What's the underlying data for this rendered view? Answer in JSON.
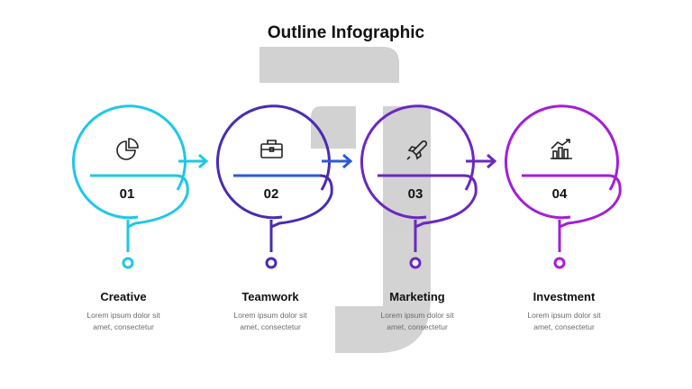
{
  "title": "Outline Infographic",
  "steps": [
    {
      "number": "01",
      "label": "Creative",
      "desc_line1": "Lorem ipsum dolor sit",
      "desc_line2": "amet, consectetur",
      "icon": "pie-chart-icon",
      "color": "#1ec8e6",
      "arrow_color": "#1ec8e6"
    },
    {
      "number": "02",
      "label": "Teamwork",
      "desc_line1": "Lorem ipsum dolor sit",
      "desc_line2": "amet, consectetur",
      "icon": "briefcase-icon",
      "color": "#4a2bb5",
      "arrow_color": "#2a5bd9"
    },
    {
      "number": "03",
      "label": "Marketing",
      "desc_line1": "Lorem ipsum dolor sit",
      "desc_line2": "amet, consectetur",
      "icon": "rocket-icon",
      "color": "#6a28c2",
      "arrow_color": "#6a28c2"
    },
    {
      "number": "04",
      "label": "Investment",
      "desc_line1": "Lorem ipsum dolor sit",
      "desc_line2": "amet, consectetur",
      "icon": "bar-chart-growth-icon",
      "color": "#a21fd8",
      "arrow_color": "#a21fd8"
    }
  ],
  "watermark_color": "#c8c8c8"
}
